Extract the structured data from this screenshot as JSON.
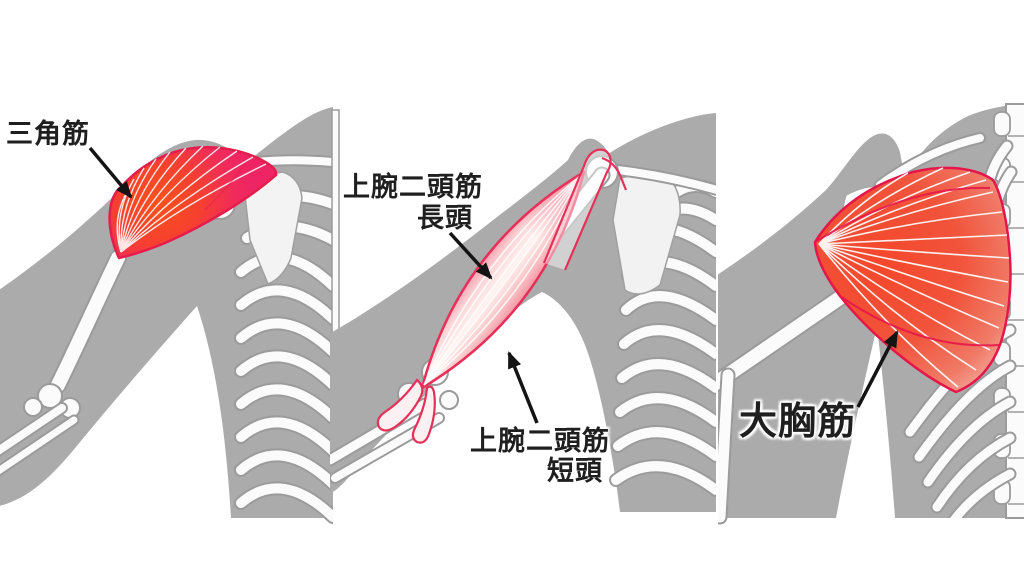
{
  "figure_type": "muscle-anatomy-diagram",
  "panels": [
    {
      "id": "deltoid",
      "label": "三角筋"
    },
    {
      "id": "biceps-brachii",
      "label_long_line1": "上腕二頭筋",
      "label_long_line2": "長頭",
      "label_short_line1": "上腕二頭筋",
      "label_short_line2": "短頭"
    },
    {
      "id": "pectoralis-major",
      "label": "大胸筋"
    }
  ],
  "colors": {
    "background": "#ffffff",
    "body_silhouette": "#ababab",
    "bone_outline": "#9b9b9b",
    "bone_fill": "#fbfbfb",
    "muscle_outline": "#e5164a",
    "muscle_pink": "#ee2a62",
    "muscle_orange_red": "#f7511c",
    "muscle_red": "#f4482c",
    "muscle_light_pink": "#fdf0ee",
    "label_text": "#1f1f1f",
    "arrow": "#141414"
  }
}
